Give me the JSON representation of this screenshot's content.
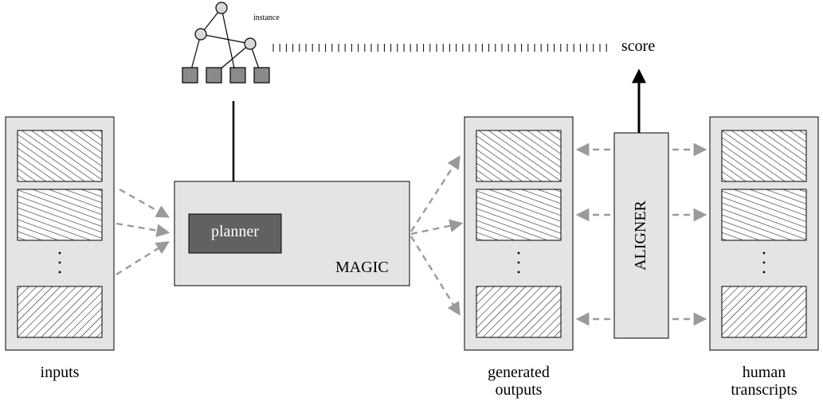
{
  "labels": {
    "instance": "instance",
    "score": "score",
    "planner": "planner",
    "magic": "MAGIC",
    "aligner": "ALIGNER",
    "inputs": "inputs",
    "generated_line1": "generated",
    "generated_line2": "outputs",
    "human_line1": "human",
    "human_line2": "transcripts",
    "ellipsis": "·\n·\n·"
  },
  "colors": {
    "panel_fill": "#e4e4e4",
    "planner_fill": "#616161",
    "dashed_arrow": "#9a9a9a",
    "solid_arrow": "#000000",
    "tree_node": "#d8d8d8",
    "tree_leaf": "#8a8a8a"
  }
}
